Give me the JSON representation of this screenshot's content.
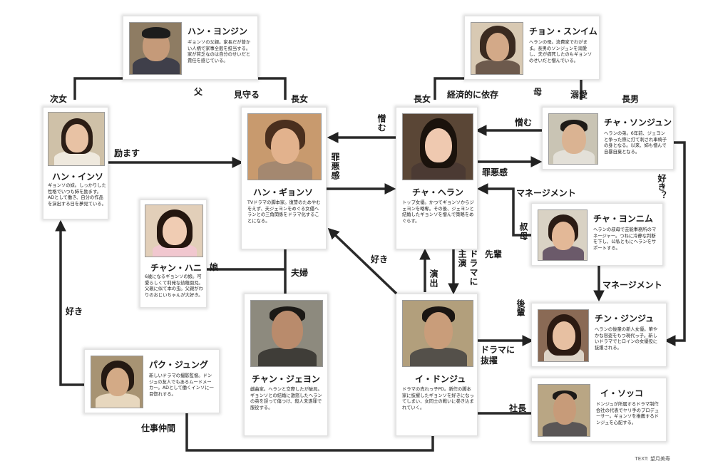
{
  "characters": {
    "han_yongjin": {
      "name": "ハン・ヨンジン",
      "desc": "ギョンソの父親。家長だが昔かい人柄で家事全般を担当する。家が貧乏なのは自分のせいだと責任を感じている。"
    },
    "jeon_sunim": {
      "name": "チョン・スンイム",
      "desc": "ヘランの母。浪費家でわがまま。長男のソンジュンを溺愛し、夫が病死したのもギョンソのせいだと憎んでいる。"
    },
    "han_inso": {
      "name": "ハン・インソ",
      "desc": "ギョンソの妹。しっかりした性格でいつも姉を励ます。ADとして働き、自分の作品を演出する日を夢見ている。"
    },
    "han_gyongso": {
      "name": "ハン・ギョンソ",
      "desc": "TVドラマの脚本家。復讐のためやむをえず、夫ジェヨンをめぐる女優ヘランとの三角関係をドラマ化することになる。"
    },
    "cha_heran": {
      "name": "チャ・ヘラン",
      "desc": "トップ女優。かつてギョンソからジェヨンを略奪。その後、ジェヨンと結婚したギョンソを憎んで策略をめぐらす。"
    },
    "cha_sonjun": {
      "name": "チャ・ソンジュン",
      "desc": "ヘランの弟。6年前、ジェヨンと争った際に打て刺され車椅子の身となる。以来、姉も憎んで自暴自棄となる。"
    },
    "chang_hani": {
      "name": "チャン・ハニ",
      "desc": "6歳になるギョンソの娘。可愛らしくて利発な幼稚園児。父親に似て本の虫。父親がわりのおじいちゃんが大好き。"
    },
    "cha_yonnim": {
      "name": "チャ・ヨンニム",
      "desc": "ヘランの叔母で芸能事務所のマネージャー。つねに冷静な判断を下し、公私ともにヘランをサポートする。"
    },
    "chang_jeyon": {
      "name": "チャン・ジェヨン",
      "desc": "戯曲家。ヘランと交際したが破局。ギョンソとの結婚に激怒したヘランの弟を誤って傷つけ、殺人未遂罪で服役する。"
    },
    "i_dongju": {
      "name": "イ・ドンジュ",
      "desc": "ドラマの売れっ子PD。新作の脚本家に抜擢したギョンソを好きになってしまい、女同士の戦いに巻き込まれていく。"
    },
    "chin_jinju": {
      "name": "チン・ジンジュ",
      "desc": "ヘランの後輩の新人女優。華やかな容姿をもつ現代っ子。新しいドラマでヒロインの女優役に抜擢される。"
    },
    "paku_jungu": {
      "name": "パク・ジュング",
      "desc": "新しいドラマの撮影監督。ドンジュの友人でもあるムードメーカー。ADとして働くインソに一目惚れする。"
    },
    "i_sokko": {
      "name": "イ・ソッコ",
      "desc": "ドンジュが所属するドラマ制作会社の代表でヤリ手のプロデューサー。ギョンソを推薦するドンジュを心配する。"
    }
  },
  "relations": {
    "father": "父",
    "watches": "見守る",
    "elder_daughter_left": "長女",
    "second_daughter": "次女",
    "encourage": "励ます",
    "guilt_left": "罪悪感",
    "hate_left": "憎む",
    "elder_daughter_right": "長女",
    "financial_dependence": "経済的に依存",
    "mother": "母",
    "dote": "溺愛",
    "eldest_son": "長男",
    "hate_right": "憎む",
    "guilt_right": "罪悪感",
    "manage_1": "マネージメント",
    "aunt": "叔母",
    "sonjun_love": "好き？",
    "daughter": "娘",
    "married": "夫婦",
    "love_dongju": "好き",
    "senior": "先輩",
    "direct": "演出",
    "star": "主演",
    "drama": "ドラマに",
    "manage_2": "マネージメント",
    "junior": "後輩",
    "promote": "ドラマに抜擢",
    "president": "社長",
    "colleague": "仕事仲間",
    "love_inso": "好き"
  },
  "credit": "TEXT: 望月美寿"
}
